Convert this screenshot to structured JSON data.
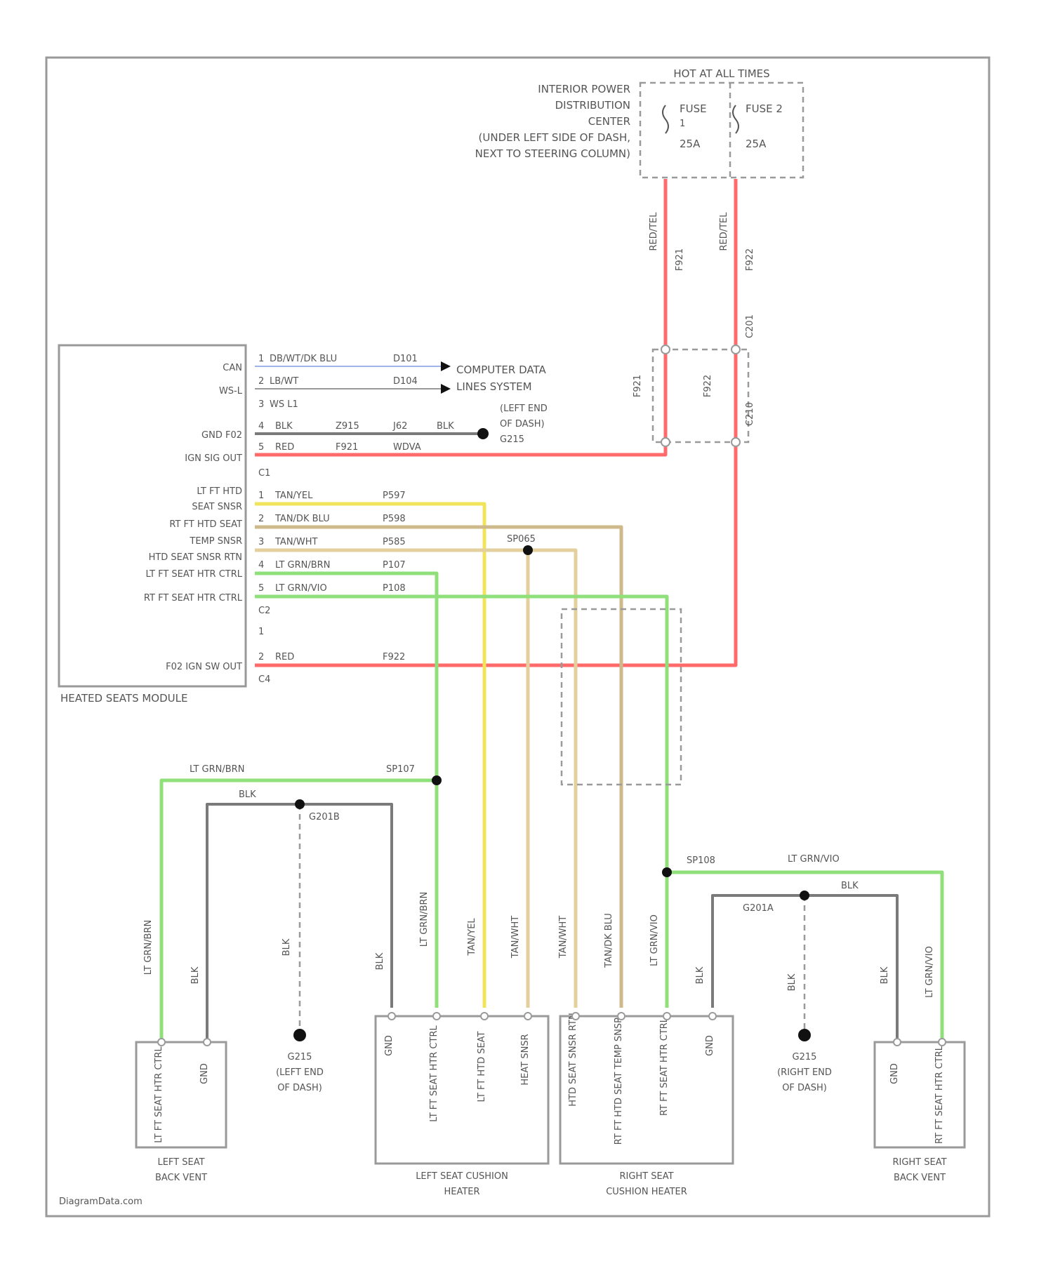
{
  "colors": {
    "red": "#ff6b6b",
    "orange": "#ff9a7a",
    "green": "#8fe07a",
    "yellow": "#f2e45a",
    "tan": "#cdb98a",
    "tan_light": "#e3d09c",
    "gray": "#7a7a7a",
    "blue": "#9fb4e8",
    "outline": "#9a9a9a"
  },
  "power": {
    "hot_label": "HOT AT ALL TIMES",
    "distribution_lines": [
      "INTERIOR POWER",
      "DISTRIBUTION",
      "CENTER",
      "(UNDER LEFT SIDE OF DASH,",
      "NEXT TO STEERING COLUMN)"
    ],
    "fuse_a_name": "FUSE",
    "fuse_a_num": "1",
    "fuse_a_amp": "25A",
    "fuse_b_name": "FUSE 2",
    "fuse_b_amp": "25A",
    "wire_a_color": "RED/TEL",
    "wire_a_circuit": "F921",
    "wire_b_color": "RED/TEL",
    "wire_b_circuit": "F922",
    "conn_label": "C201",
    "inline_a_label": "F921",
    "inline_b_label": "F922",
    "inline_right_label": "C210"
  },
  "module": {
    "name": "HEATED SEATS MODULE",
    "pin_labels": [
      "CAN",
      "WS-L",
      "GND F02",
      "IGN SIG OUT",
      "LT FT HTD",
      "SEAT SNSR",
      "RT FT HTD SEAT",
      "TEMP SNSR",
      "HTD SEAT SNSR RTN",
      "LT FT SEAT HTR CTRL",
      "RT FT SEAT HTR CTRL",
      "F02 IGN SW OUT"
    ],
    "conn_labels": [
      "C1",
      "C2",
      "C4"
    ],
    "wires": [
      {
        "num": "1",
        "color": "DB/WT/DK BLU",
        "circuit": "D101"
      },
      {
        "num": "2",
        "color": "LB/WT",
        "circuit": "D104"
      },
      {
        "num": "3",
        "color": "WS L1",
        "circuit": ""
      },
      {
        "num": "4",
        "color": "BLK",
        "circuit": "Z915"
      },
      {
        "num": "5",
        "color": "RED",
        "circuit": "F921"
      },
      {
        "num": "1",
        "color": "TAN/YEL",
        "circuit": "P597"
      },
      {
        "num": "2",
        "color": "TAN/DK BLU",
        "circuit": "P598"
      },
      {
        "num": "3",
        "color": "TAN/WHT",
        "circuit": "P585"
      },
      {
        "num": "4",
        "color": "LT GRN/BRN",
        "circuit": "P107"
      },
      {
        "num": "5",
        "color": "LT GRN/VIO",
        "circuit": "P108"
      },
      {
        "num": "1",
        "color": "",
        "circuit": ""
      },
      {
        "num": "2",
        "color": "RED",
        "circuit": "F922"
      }
    ],
    "gnd_extra": [
      "J62",
      "BLK",
      "WDVA"
    ]
  },
  "data_bus": {
    "lines": [
      "COMPUTER DATA",
      "LINES SYSTEM"
    ]
  },
  "ground_top": {
    "lines": [
      "(LEFT END",
      "OF DASH)",
      "G215"
    ]
  },
  "splices": {
    "sp065": "SP065",
    "sp107": "SP107",
    "sp108": "SP108"
  },
  "ground_left": {
    "wire": "BLK",
    "splice": "G201B",
    "drop": "BLK",
    "name": "G215",
    "lines": [
      "(LEFT END",
      "OF DASH)"
    ]
  },
  "ground_right": {
    "wire": "BLK",
    "splice": "G201A",
    "drop": "BLK",
    "name": "G215",
    "lines": [
      "(RIGHT END",
      "OF DASH)"
    ]
  },
  "left_wires": {
    "top": "LT GRN/BRN",
    "right_top": "LT GRN/VIO"
  },
  "components": {
    "left_back": {
      "title": [
        "LEFT SEAT",
        "BACK VENT"
      ],
      "pins": [
        "LT FT SEAT HTR CTRL",
        "GND"
      ],
      "wire_labels": [
        "LT GRN/BRN",
        "BLK"
      ]
    },
    "left_cushion": {
      "title": [
        "LEFT SEAT CUSHION",
        "HEATER"
      ],
      "pins": [
        "GND",
        "LT FT SEAT HTR CTRL",
        "LT FT HTD SEAT",
        "HEAT SNSR"
      ],
      "wire_labels": [
        "BLK",
        "LT GRN/BRN",
        "TAN/YEL",
        "TAN/WHT"
      ]
    },
    "right_cushion": {
      "title": [
        "RIGHT SEAT",
        "CUSHION HEATER"
      ],
      "pins": [
        "HTD SEAT SNSR RTN",
        "RT FT HTD SEAT TEMP SNSR",
        "RT FT SEAT HTR CTRL",
        "GND"
      ],
      "wire_labels": [
        "TAN/WHT",
        "TAN/DK BLU",
        "LT GRN/VIO",
        "BLK"
      ]
    },
    "right_back": {
      "title": [
        "RIGHT SEAT",
        "BACK VENT"
      ],
      "pins": [
        "GND",
        "RT FT SEAT HTR CTRL"
      ],
      "wire_labels": [
        "BLK",
        "LT GRN/VIO"
      ]
    }
  },
  "footer": "DiagramData.com"
}
